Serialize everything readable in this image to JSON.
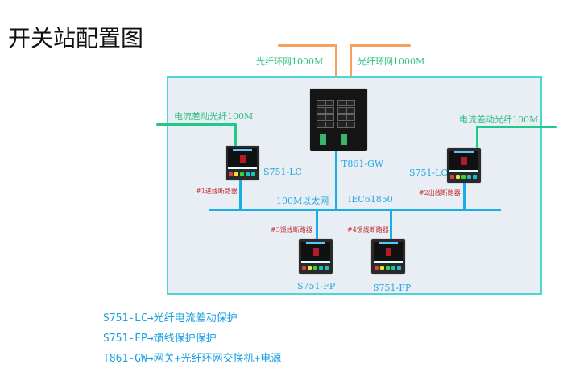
{
  "page": {
    "title": "开关站配置图"
  },
  "diagram": {
    "fiber_ring_labels": [
      "光纤环网1000M",
      "光纤环网1000M"
    ],
    "diff_fiber_labels": [
      "电流差动光纤100M",
      "电流差动光纤100M"
    ],
    "gateway": {
      "model": "T861-GW"
    },
    "bus": {
      "left_label": "100M以太网",
      "right_label": "IEC61850"
    },
    "devices": [
      {
        "model": "S751-LC",
        "breaker": "#1进线断路器"
      },
      {
        "model": "S751-LC",
        "breaker": "#2出线断路器"
      },
      {
        "model": "S751-FP",
        "breaker": "#3馈线断路器"
      },
      {
        "model": "S751-FP",
        "breaker": "#4馈线断路器"
      }
    ],
    "colors": {
      "fiber_ring": "#f7a060",
      "diff_fiber": "#1ec98a",
      "ethernet": "#1aaee8",
      "panel_border": "#4fd4d4",
      "panel_bg": "#e9edf4"
    }
  },
  "legend": [
    {
      "model": "S751-LC",
      "arrow": "→",
      "desc": "光纤电流差动保护"
    },
    {
      "model": "S751-FP",
      "arrow": "→",
      "desc": "馈线保护保护"
    },
    {
      "model": "T861-GW",
      "arrow": "→",
      "desc": "网关+光纤环网交换机+电源"
    }
  ]
}
